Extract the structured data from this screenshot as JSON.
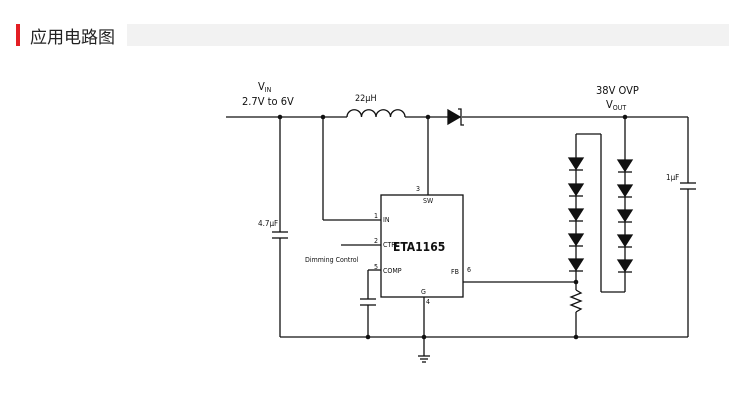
{
  "header": {
    "title": "应用电路图",
    "accent_color": "#e31e24",
    "bar_color": "#f2f2f2"
  },
  "schematic": {
    "vin_label": "V",
    "vin_sub": "IN",
    "vin_range": "2.7V to 6V",
    "inductor_label": "22μH",
    "ovp_label": "38V OVP",
    "vout_label": "V",
    "vout_sub": "OUT",
    "cap_in_label": "4.7μF",
    "cap_out_label": "1μF",
    "ic_name": "ETA1165",
    "dimming_label": "Dimming Control",
    "pins": {
      "p1_num": "1",
      "p1_name": "IN",
      "p2_num": "2",
      "p2_name": "CTRL",
      "p3_num": "3",
      "p3_name": "SW",
      "p4_num": "4",
      "p4_name": "G",
      "p5_num": "5",
      "p5_name": "COMP",
      "p6_num": "6",
      "p6_name": "FB"
    }
  }
}
